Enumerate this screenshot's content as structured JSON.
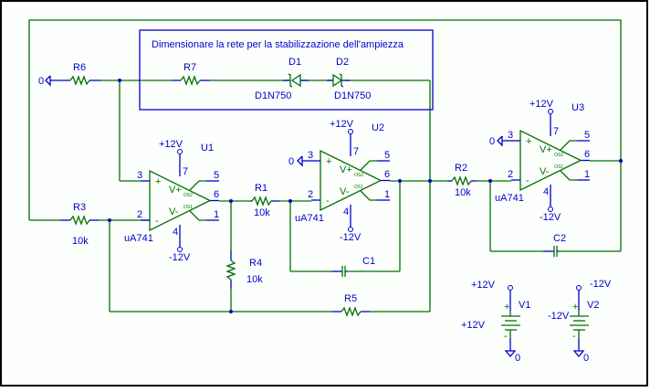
{
  "schematic": {
    "note": "Dimensionare la rete per la stabilizzazione dell'ampiezza",
    "ground_label": "0",
    "resistors": [
      {
        "ref": "R1",
        "value": "10k"
      },
      {
        "ref": "R2",
        "value": "10k"
      },
      {
        "ref": "R3",
        "value": "10k"
      },
      {
        "ref": "R4",
        "value": "10k"
      },
      {
        "ref": "R5",
        "value": ""
      },
      {
        "ref": "R6",
        "value": ""
      },
      {
        "ref": "R7",
        "value": ""
      }
    ],
    "capacitors": [
      {
        "ref": "C1"
      },
      {
        "ref": "C2"
      }
    ],
    "diodes": [
      {
        "ref": "D1",
        "model": "D1N750"
      },
      {
        "ref": "D2",
        "model": "D1N750"
      }
    ],
    "opamps": [
      {
        "ref": "U1",
        "model": "uA741",
        "vpos": "+12V",
        "vneg": "-12V",
        "pins": {
          "in_pos": "3",
          "in_neg": "2",
          "out": "6",
          "vp": "7",
          "vn": "4",
          "os1": "5",
          "os2": "1"
        },
        "vplus": "V+",
        "vminus": "V-",
        "plus": "+",
        "minus": "-",
        "os_a": "OS2",
        "os_b": "OS1"
      },
      {
        "ref": "U2",
        "model": "uA741",
        "vpos": "+12V",
        "vneg": "-12V",
        "pins": {
          "in_pos": "3",
          "in_neg": "2",
          "out": "6",
          "vp": "7",
          "vn": "4",
          "os1": "5",
          "os2": "1"
        },
        "vplus": "V+",
        "vminus": "V-",
        "plus": "+",
        "minus": "-",
        "os_a": "OS2",
        "os_b": "OS1"
      },
      {
        "ref": "U3",
        "model": "uA741",
        "vpos": "+12V",
        "vneg": "-12V",
        "pins": {
          "in_pos": "3",
          "in_neg": "2",
          "out": "6",
          "vp": "7",
          "vn": "4",
          "os1": "5",
          "os2": "1"
        },
        "vplus": "V+",
        "vminus": "V-",
        "plus": "+",
        "minus": "-",
        "os_a": "OS2",
        "os_b": "OS1"
      }
    ],
    "sources": [
      {
        "ref": "V1",
        "value": "+12V",
        "net": "+12V",
        "plus": "+",
        "minus": "-",
        "gnd": "0"
      },
      {
        "ref": "V2",
        "value": "-12V",
        "net": "-12V",
        "plus": "+",
        "minus": "-",
        "gnd": "0"
      }
    ]
  }
}
